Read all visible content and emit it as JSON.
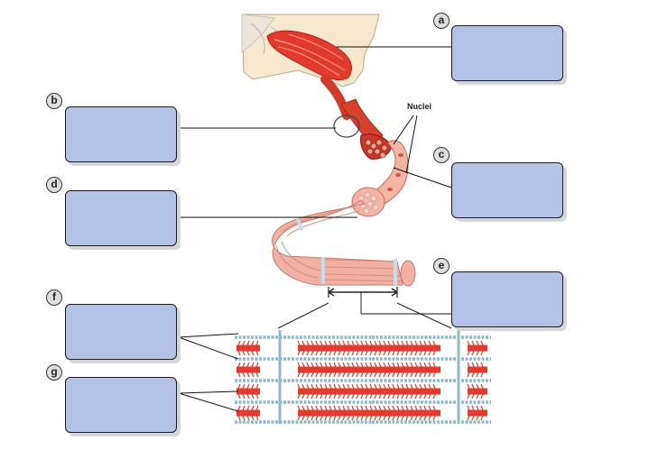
{
  "labels": {
    "a": "a",
    "b": "b",
    "c": "c",
    "d": "d",
    "e": "e",
    "f": "f",
    "g": "g",
    "nuclei": "Nuclei"
  },
  "answers": {
    "a": "",
    "b": "",
    "c": "",
    "d": "",
    "e": "",
    "f": "",
    "g": ""
  },
  "colors": {
    "box_fill": "#b3c2e6",
    "muscle_red": "#e23b2e",
    "fiber_pink": "#e9a79a",
    "filament_blue": "#8fb8c8",
    "skin": "#f6e8cf"
  }
}
